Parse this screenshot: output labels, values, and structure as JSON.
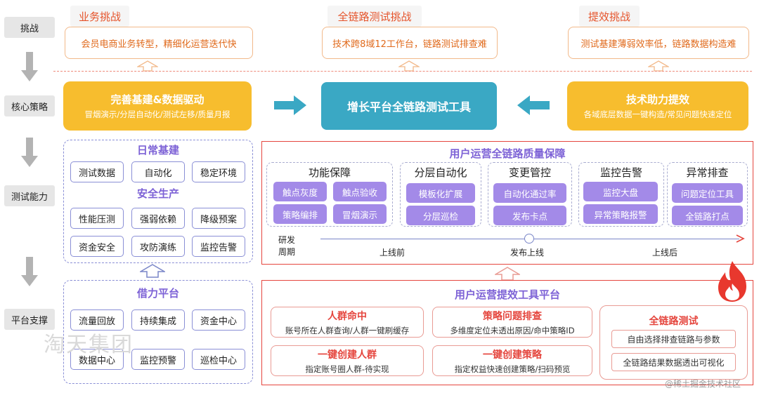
{
  "rows": [
    "挑战",
    "核心策略",
    "测试能力",
    "平台支撑"
  ],
  "challenges": [
    {
      "title": "业务挑战",
      "desc": "会员电商业务转型，精细化运营迭代快"
    },
    {
      "title": "全链路测试挑战",
      "desc": "技术跨8域12工作台，链路测试排查难"
    },
    {
      "title": "提效挑战",
      "desc": "测试基建薄弱效率低，链路数据构造难"
    }
  ],
  "strategy": {
    "left": {
      "title": "完善基建&数据驱动",
      "sub": "冒烟演示/分层自动化/测试左移/质量月报"
    },
    "center": "增长平台全链路测试工具",
    "right": {
      "title": "技术助力提效",
      "sub": "各域底层数据一键构造/常见问题快速定位"
    }
  },
  "daily": {
    "title": "日常基建",
    "items": [
      "测试数据",
      "自动化",
      "稳定环境"
    ],
    "safety_title": "安全生产",
    "safety_items": [
      "性能压测",
      "强弱依赖",
      "降级预案",
      "资金安全",
      "攻防演练",
      "监控告警"
    ]
  },
  "platform": {
    "title": "借力平台",
    "items": [
      "流量回放",
      "持续集成",
      "资金中心",
      "数据中心",
      "监控预警",
      "巡检中心"
    ]
  },
  "quality": {
    "title": "用户运营全链路质量保障",
    "groups": [
      {
        "title": "功能保障",
        "items": [
          "触点灰度",
          "触点验收",
          "策略编排",
          "冒烟演示"
        ]
      },
      {
        "title": "分层自动化",
        "items": [
          "模板化扩展",
          "分层巡检"
        ]
      },
      {
        "title": "变更管控",
        "items": [
          "自动化通过率",
          "发布卡点"
        ]
      },
      {
        "title": "监控告警",
        "items": [
          "监控大盘",
          "异常策略报警"
        ]
      },
      {
        "title": "异常排查",
        "items": [
          "问题定位工具",
          "全链路打点"
        ]
      }
    ],
    "timeline": {
      "label1": "研发",
      "label2": "周期",
      "before": "上线前",
      "release": "发布上线",
      "after": "上线后"
    }
  },
  "tools": {
    "title": "用户运营提效工具平台",
    "items": [
      {
        "title": "人群命中",
        "sub": "账号所在人群查询/人群一键刷缓存"
      },
      {
        "title": "策略问题排查",
        "sub": "多维度定位未透出原因/命中策略ID"
      },
      {
        "title": "一键创建人群",
        "sub": "指定账号圈人群-待实现"
      },
      {
        "title": "一键创建策略",
        "sub": "指定权益快速创建策略/扫码预览"
      }
    ],
    "fulllink": {
      "title": "全链路测试",
      "items": [
        "自由选择排查链路与参数",
        "全链路结果数据透出可视化"
      ]
    }
  },
  "watermark": "淘天集团",
  "credit": "@稀土掘金技术社区",
  "colors": {
    "orange": "#f7bd2e",
    "teal": "#3aa8c4",
    "purple": "#7d62d6",
    "red": "#e5463e",
    "chip_purple": "#a38ae8"
  }
}
